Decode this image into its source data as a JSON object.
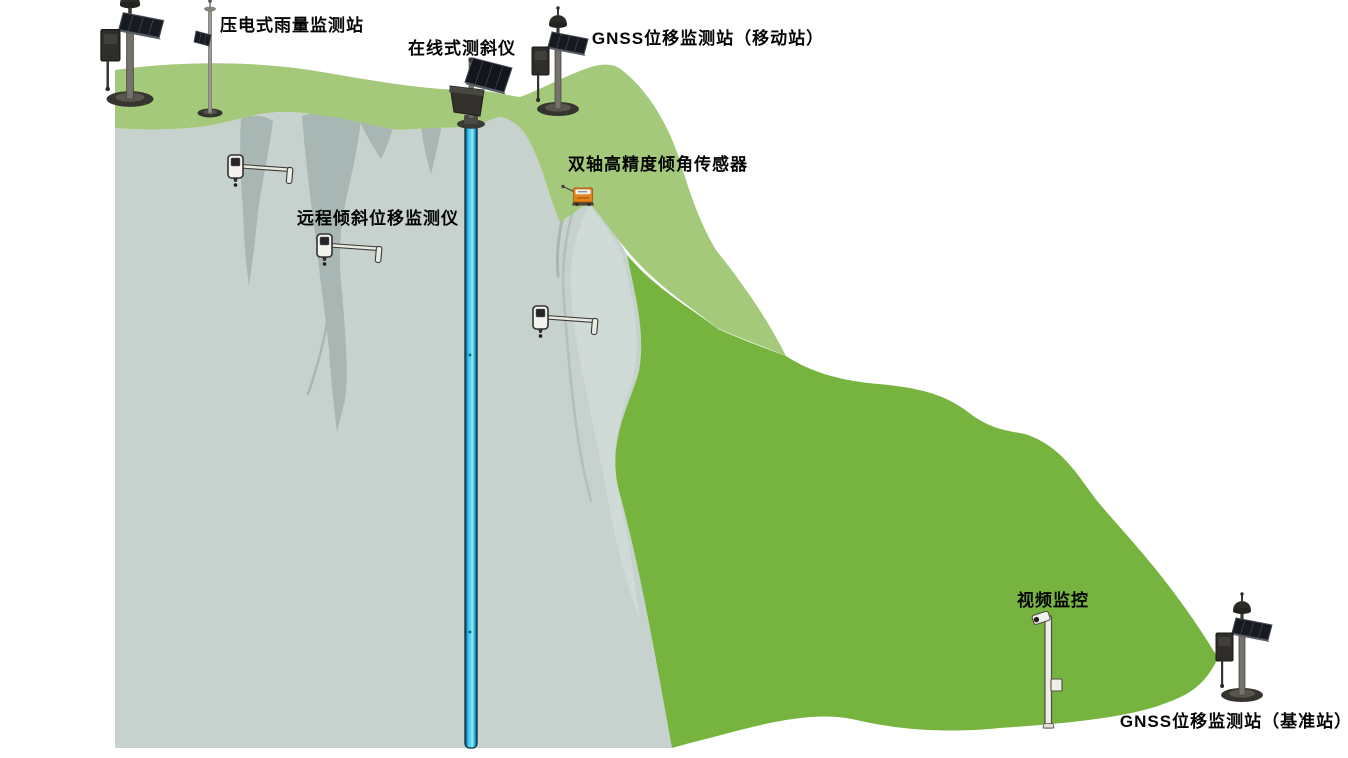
{
  "diagram": {
    "type": "slope-landslide-monitoring-schematic",
    "background_color": "#ffffff",
    "terrain": {
      "surface_layer_color": "#a5c97b",
      "landslide_mass_color": "#77b43f",
      "bedrock_color": "#c7d1ce",
      "bedrock_highlight_color": "#d0dad7",
      "fissure_color": "#a9b7b4",
      "borehole_casing_color": "#4fd0ee"
    },
    "labels": {
      "rain_station": "压电式雨量监测站",
      "inclinometer": "在线式测斜仪",
      "gnss_mobile": "GNSS位移监测站（移动站）",
      "tilt_sensor": "双轴高精度倾角传感器",
      "remote_tilt": "远程倾斜位移监测仪",
      "video": "视频监控",
      "gnss_base": "GNSS位移监测站（基准站）"
    },
    "devices": [
      {
        "name": "gnss-monitoring-station",
        "count": 3
      },
      {
        "name": "piezoelectric-rain-gauge",
        "count": 1
      },
      {
        "name": "in-place-inclinometer-borehole",
        "count": 1
      },
      {
        "name": "dual-axis-tilt-sensor",
        "count": 1
      },
      {
        "name": "remote-tilt-displacement-monitor",
        "count": 3
      },
      {
        "name": "video-surveillance-pole",
        "count": 1
      }
    ]
  }
}
